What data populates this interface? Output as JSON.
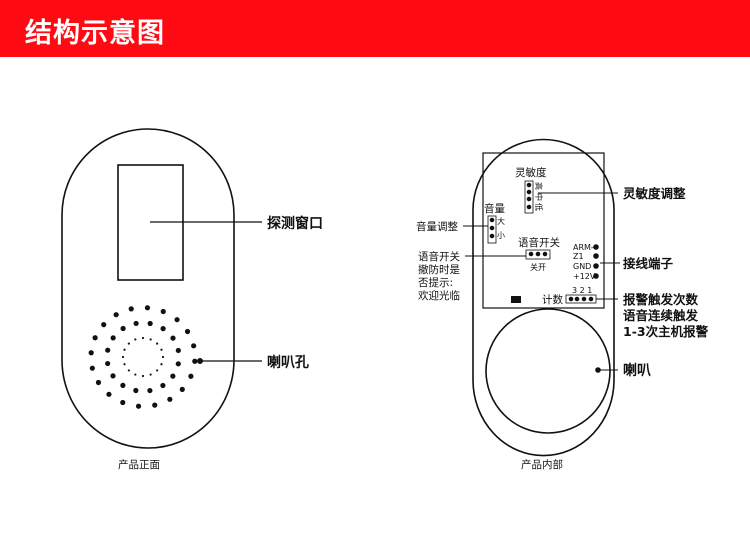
{
  "header": {
    "title": "结构示意图"
  },
  "front": {
    "caption": "产品正面",
    "window_label": "探测窗口",
    "speaker_label": "喇叭孔"
  },
  "inside": {
    "caption": "产品内部",
    "sensitivity": {
      "title": "灵敏度",
      "levels": [
        "高",
        "中",
        "低"
      ],
      "callout": "灵敏度调整"
    },
    "volume": {
      "title": "音量",
      "levels": [
        "大",
        "小"
      ],
      "callout": "音量调整"
    },
    "voice_switch": {
      "title": "语音开关",
      "states": "关开",
      "callout": [
        "语音开关",
        "撤防时是",
        "否提示:",
        "欢迎光临"
      ]
    },
    "terminals": {
      "pins": [
        "ARM-",
        "Z1",
        "GND",
        "+12V"
      ],
      "callout": "接线端子"
    },
    "count": {
      "title": "计数",
      "pins": "3 2 1",
      "callout": [
        "报警触发次数",
        "语音连续触发",
        "1-3次主机报警"
      ]
    },
    "speaker_callout": "喇叭"
  }
}
